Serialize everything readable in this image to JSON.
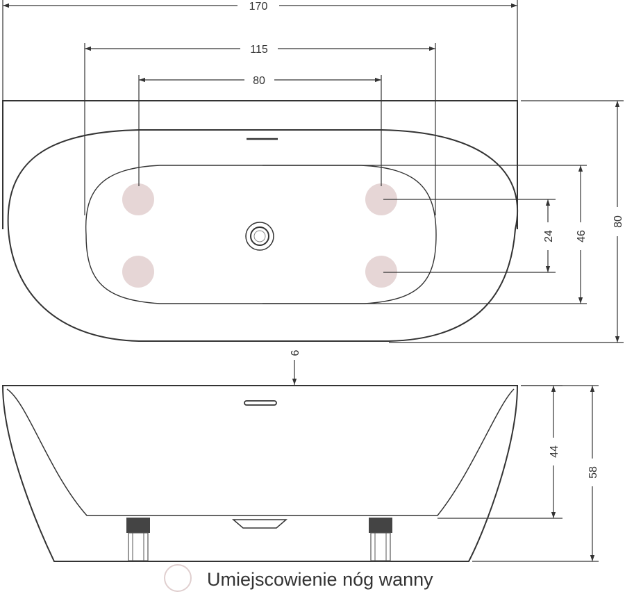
{
  "top_view": {
    "dimensions": {
      "total_width": "170",
      "leg_spacing_outer": "115",
      "leg_spacing_inner": "80",
      "total_depth": "80",
      "inner_depth": "46",
      "leg_spacing_depth": "24"
    }
  },
  "offset_label": "6",
  "side_view": {
    "dimensions": {
      "inner_height": "44",
      "total_height": "58"
    }
  },
  "legend": {
    "label": "Umiejscowienie nóg wanny"
  },
  "colors": {
    "line": "#333333",
    "leg_marker": "#e6d6d6",
    "leg_block": "#444444"
  }
}
